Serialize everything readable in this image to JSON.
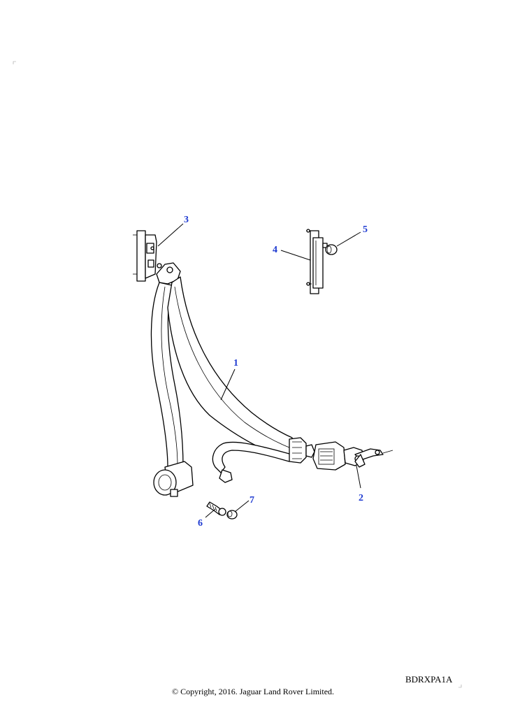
{
  "callouts": [
    {
      "id": "1",
      "label": "1"
    },
    {
      "id": "2",
      "label": "2"
    },
    {
      "id": "3",
      "label": "3"
    },
    {
      "id": "4",
      "label": "4"
    },
    {
      "id": "5",
      "label": "5"
    },
    {
      "id": "6",
      "label": "6"
    },
    {
      "id": "7",
      "label": "7"
    }
  ],
  "drawing_code": "BDRXPA1A",
  "copyright": "© Copyright, 2016. Jaguar Land Rover Limited.",
  "colors": {
    "callout": "#1f3bd1",
    "line": "#000000"
  }
}
